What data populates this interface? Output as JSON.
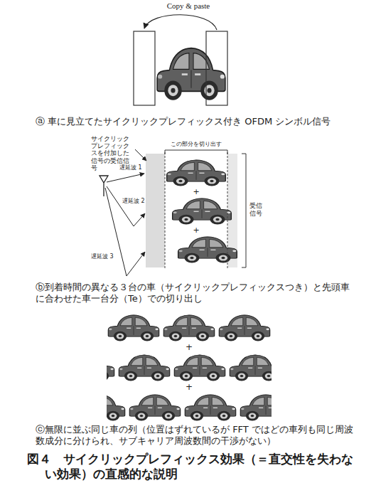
{
  "diagram": {
    "caption": "図４　サイクリックプレフィックス効果（＝直交性を失わない効果）の直感的な説明",
    "labels": [
      "Copy & paste",
      "ⓐ 車に見立てたサイクリックプレフィックス付き OFDM シンボル信号",
      "サイクリックプレフィックスを付加した信号の受信信号",
      "この部分を切り出す",
      "遅延波 1",
      "+",
      "遅延波 2",
      "+",
      "受信信号",
      "遅延波 3",
      "ⓑ到着時間の異なる３台の車（サイクリックプレフィックスつき）と先頭車に合わせた車一台分（Te）での切り出し",
      "+",
      "+",
      "ⓒ無限に並ぶ同じ車の列（位置はずれているが FFT ではどの車列も同じ周波数成分に分けられ、サブキャリア周波数間の干渉がない）"
    ]
  }
}
